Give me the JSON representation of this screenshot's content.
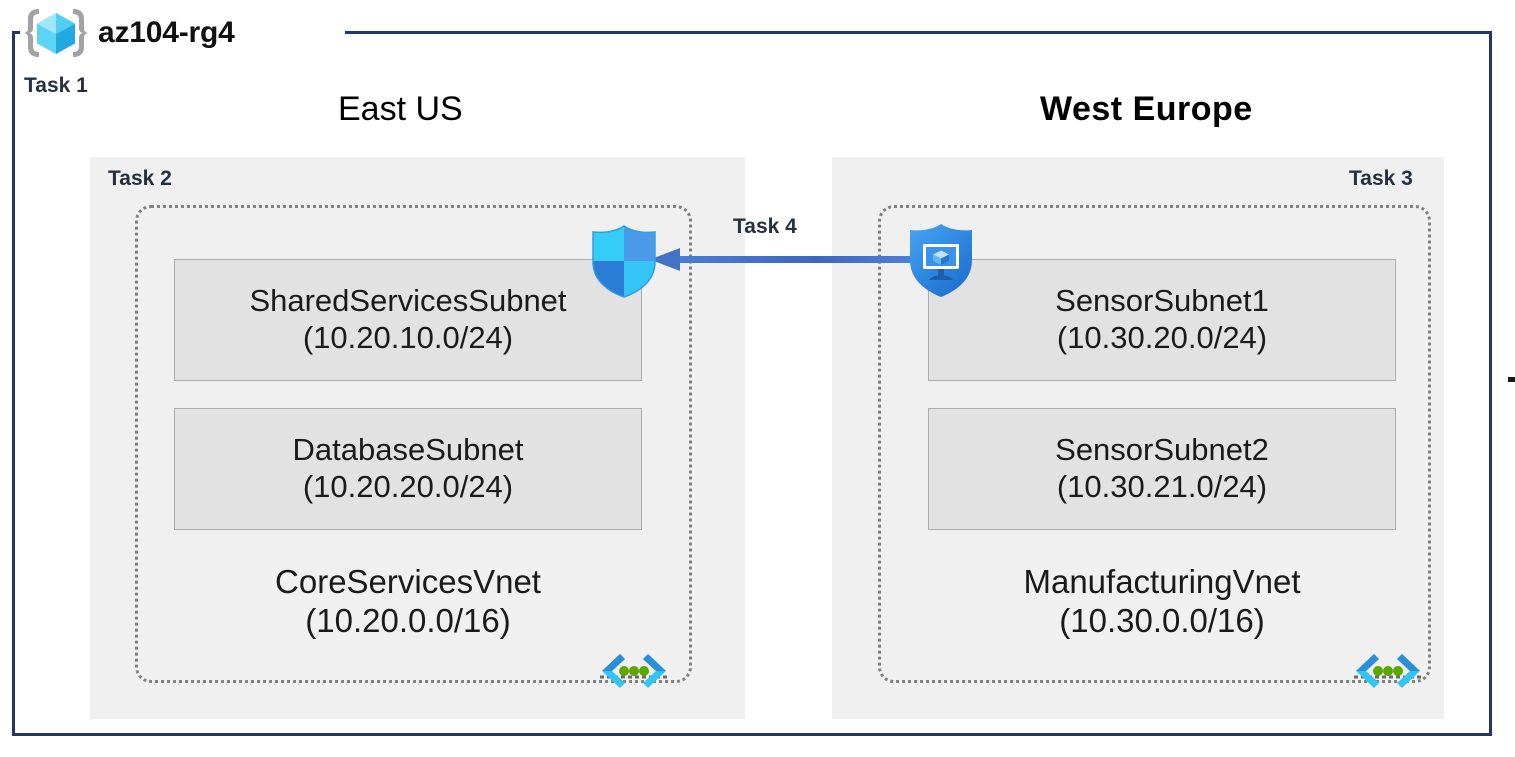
{
  "diagram": {
    "type": "azure-architecture",
    "resource_group": {
      "name": "az104-rg4",
      "icon": "resource-group-icon",
      "task_label": "Task 1"
    },
    "regions": [
      {
        "id": "east-us",
        "title": "East US",
        "task_label": "Task 2",
        "vnet": {
          "name": "CoreServicesVnet",
          "cidr": "(10.20.0.0/16)",
          "icon": "virtual-network-icon",
          "subnets": [
            {
              "name": "SharedServicesSubnet",
              "cidr": "(10.20.10.0/24)"
            },
            {
              "name": "DatabaseSubnet",
              "cidr": "(10.20.20.0/24)"
            }
          ]
        }
      },
      {
        "id": "west-europe",
        "title": "West Europe",
        "task_label": "Task 3",
        "vnet": {
          "name": "ManufacturingVnet",
          "cidr": "(10.30.0.0/16)",
          "icon": "virtual-network-icon",
          "subnets": [
            {
              "name": "SensorSubnet1",
              "cidr": "(10.30.20.0/24)"
            },
            {
              "name": "SensorSubnet2",
              "cidr": "(10.30.21.0/24)"
            }
          ]
        }
      }
    ],
    "connection": {
      "task_label": "Task 4",
      "direction": "right-to-left",
      "source_icon": "application-security-group-icon",
      "target_icon": "network-security-group-shield-icon"
    },
    "colors": {
      "frame_border": "#1f3864",
      "region_fill": "#f0f0f0",
      "subnet_fill": "#e2e2e2",
      "subnet_border": "#adadad",
      "vnet_border": "#808080",
      "task_text": "#26313f",
      "arrow": "#4472c4",
      "azure_cyan": "#32c5f4",
      "azure_blue": "#2a7cd6",
      "vnet_icon_green": "#5aa800"
    }
  }
}
